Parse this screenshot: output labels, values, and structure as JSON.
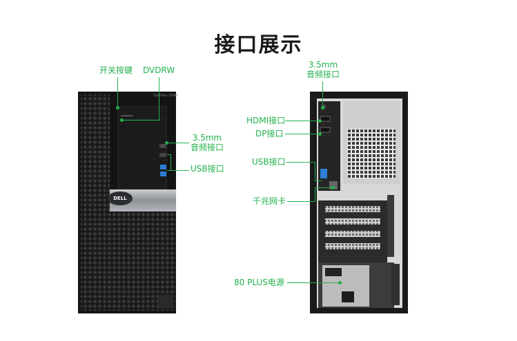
{
  "title": "接口展示",
  "front": {
    "model_label": "OptiPlex 3040",
    "logo_text": "DELL",
    "labels": {
      "power_button": "开关按键",
      "dvdrw": "DVDRW",
      "audio_line1": "3.5mm",
      "audio_line2": "音频接口",
      "usb": "USB接口"
    }
  },
  "back": {
    "labels": {
      "audio_line1": "3.5mm",
      "audio_line2": "音频接口",
      "hdmi": "HDMI接口",
      "dp": "DP接口",
      "usb": "USB接口",
      "nic": "千兆网卡",
      "psu": "80 PLUS电源"
    }
  },
  "colors": {
    "accent": "#22b14c",
    "case_black": "#1c1c1c",
    "case_mesh": "#2a2a2a",
    "silver": "#8a8d91"
  }
}
